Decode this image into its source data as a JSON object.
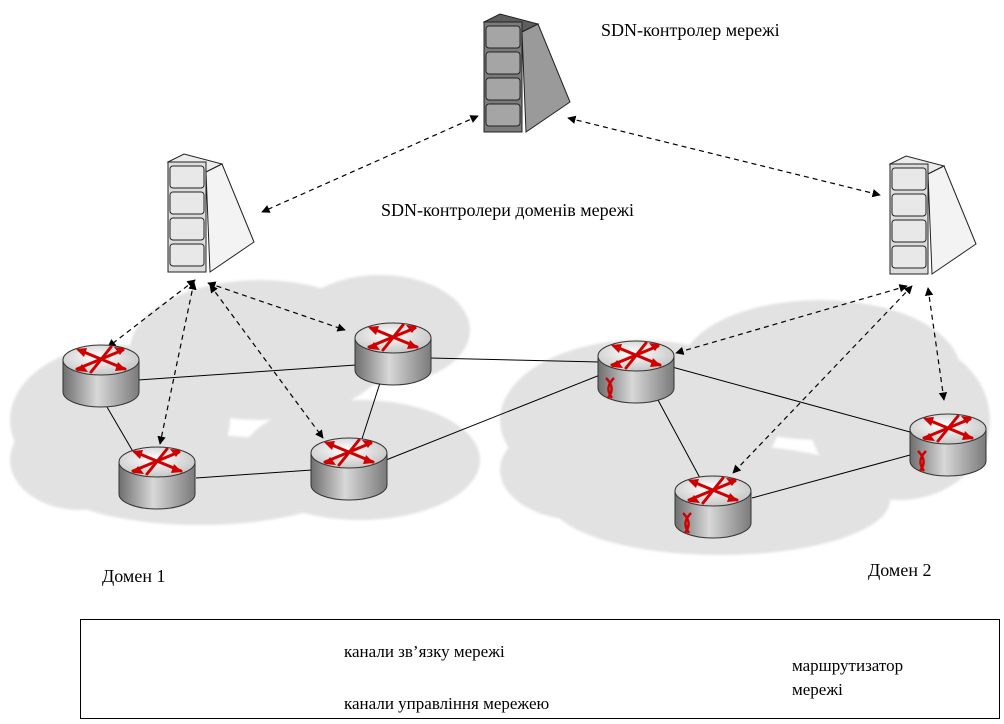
{
  "labels": {
    "main_controller": "SDN-контролер мережі",
    "domain_controllers": "SDN-контролери доменів мережі",
    "domain1": "Домен 1",
    "domain2": "Домен 2"
  },
  "legend": {
    "network_links": "канали зв’язку мережі",
    "control_links": "канали управління мережею",
    "router_line1": "маршрутизатор",
    "router_line2": "мережі"
  },
  "colors": {
    "cloud": "#e0e0e0",
    "server_main": "#8c8c8c",
    "server_domain": "#d6d6d6",
    "router_body": "#b0b0b0",
    "arrow_red": "#e00000"
  }
}
